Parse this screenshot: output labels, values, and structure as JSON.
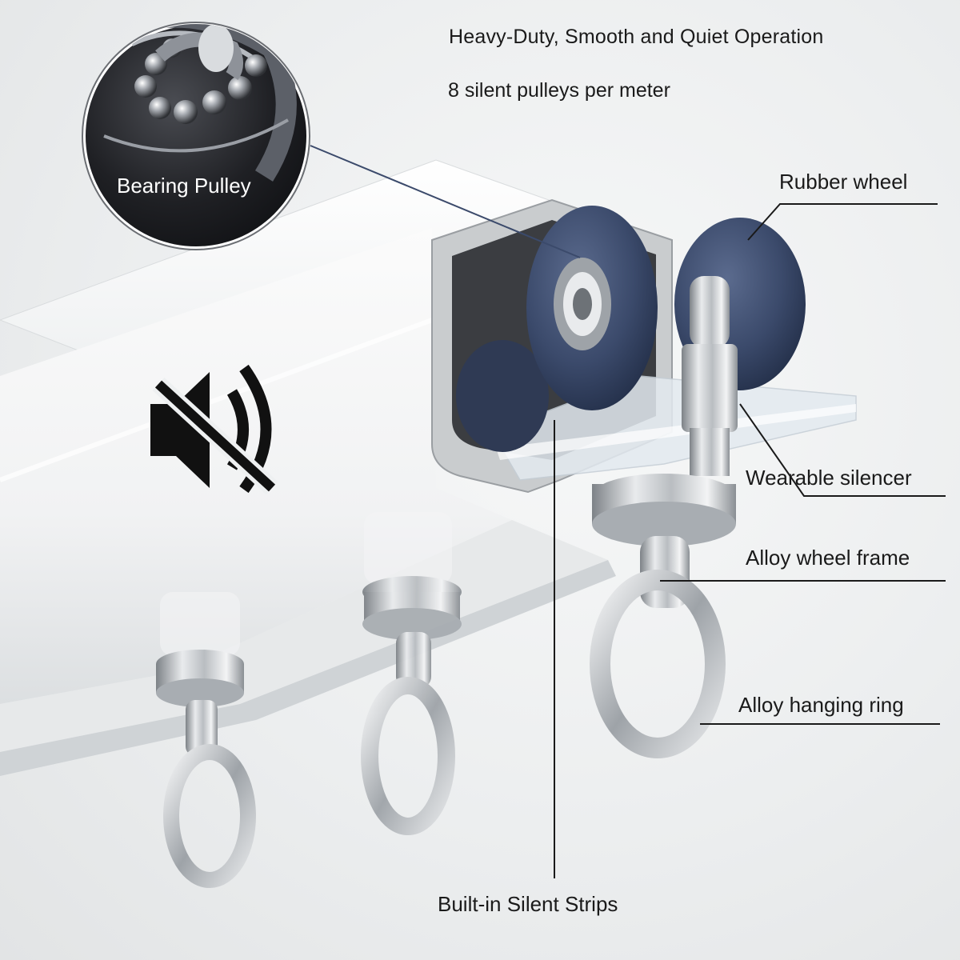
{
  "headline": "Heavy-Duty, Smooth and Quiet Operation",
  "subheadline": "8 silent pulleys per meter",
  "callouts": {
    "bearing_pulley": "Bearing Pulley",
    "rubber_wheel": "Rubber wheel",
    "wearable_silencer": "Wearable silencer",
    "alloy_wheel_frame": "Alloy wheel frame",
    "alloy_hanging_ring": "Alloy hanging ring",
    "built_in_silent_strips": "Built-in Silent Strips"
  },
  "icons": {
    "mute": "speaker-muted-icon"
  },
  "colors": {
    "wheel_navy": "#3b4a6b",
    "rail_white": "#f9f9f9",
    "metal": "#bfc3c7",
    "silencer": "#dfe6ec",
    "text": "#1a1a1a",
    "inset_bg": "#1b1b1d"
  }
}
